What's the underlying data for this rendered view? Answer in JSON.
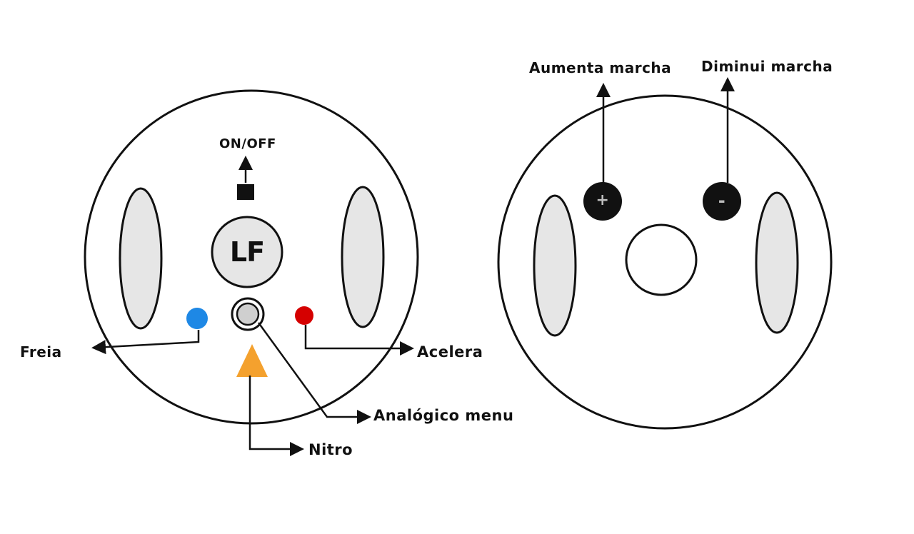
{
  "front_view": {
    "logo_text": "LF",
    "labels": {
      "power": "ON/OFF",
      "brake": "Freia",
      "accelerate": "Acelera",
      "joystick": "Analógico menu",
      "nitro": "Nitro"
    }
  },
  "back_view": {
    "labels": {
      "gear_up": "Aumenta marcha",
      "gear_down": "Diminui marcha"
    },
    "buttons": {
      "plus_symbol": "+",
      "minus_symbol": "-"
    }
  },
  "colors": {
    "outline": "#111111",
    "grip_fill": "#e6e6e6",
    "brake_button": "#1e88e5",
    "accelerate_button": "#d50000",
    "nitro_button": "#f4a12e",
    "joystick": "#cfcfcf",
    "logo_disc": "#e6e6e6",
    "gear_button": "#111111"
  }
}
